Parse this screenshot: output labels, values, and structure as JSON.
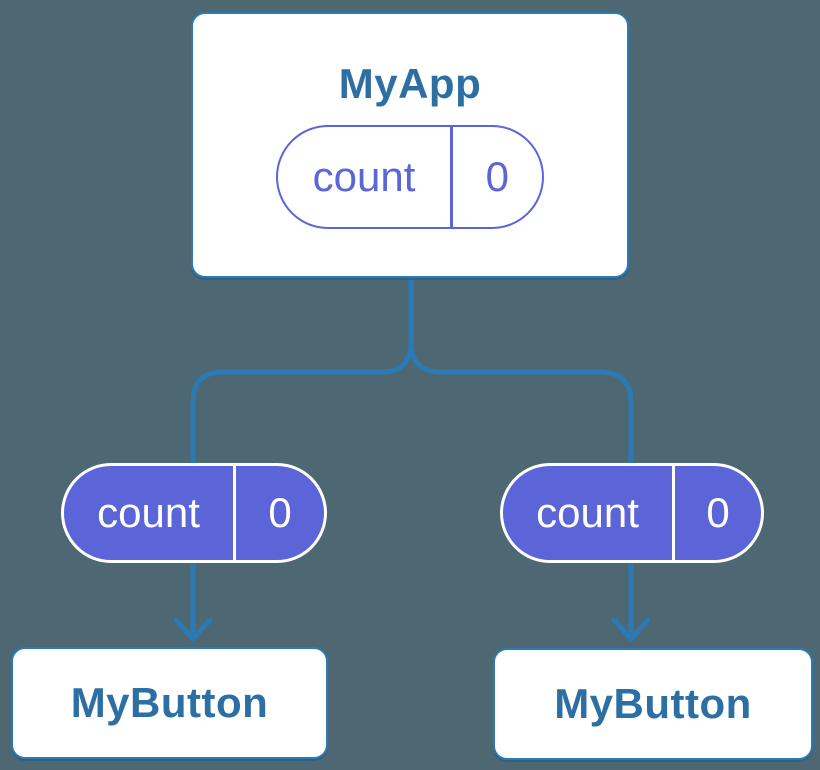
{
  "colors": {
    "background": "#4d6773",
    "connector_blue": "#2c7ab4",
    "node_border_blue": "#2c7ab4",
    "node_text_blue": "#2d6fa3",
    "state_purple": "#5b65d8",
    "node_background": "#ffffff",
    "state_text_on_filled": "#ffffff"
  },
  "tree": {
    "root": {
      "title": "MyApp",
      "state": {
        "name": "count",
        "value": "0"
      },
      "state_style": "outline"
    },
    "children": [
      {
        "title": "MyButton",
        "state": {
          "name": "count",
          "value": "0"
        },
        "state_style": "filled"
      },
      {
        "title": "MyButton",
        "state": {
          "name": "count",
          "value": "0"
        },
        "state_style": "filled"
      }
    ]
  }
}
